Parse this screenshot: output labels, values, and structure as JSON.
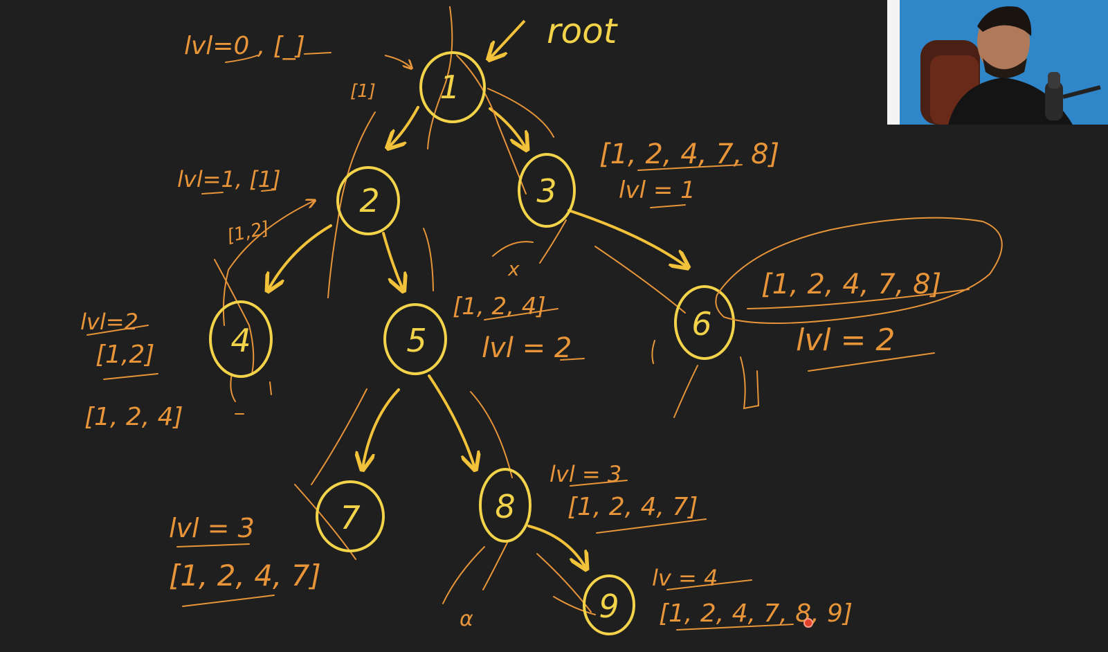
{
  "colors": {
    "background": "#1f1f1f",
    "node": "#f2d34a",
    "arrow": "#f2c23a",
    "annotation": "#e8953a"
  },
  "root_label": "root",
  "nodes": [
    {
      "id": "n1",
      "label": "1"
    },
    {
      "id": "n2",
      "label": "2"
    },
    {
      "id": "n3",
      "label": "3"
    },
    {
      "id": "n4",
      "label": "4"
    },
    {
      "id": "n5",
      "label": "5"
    },
    {
      "id": "n6",
      "label": "6"
    },
    {
      "id": "n7",
      "label": "7"
    },
    {
      "id": "n8",
      "label": "8"
    },
    {
      "id": "n9",
      "label": "9"
    }
  ],
  "annotations": {
    "root_level": "lvl=0 , [_]",
    "root_path": "[1]",
    "n2_level": "lvl=1, [1]",
    "n2_path": "[1,2]",
    "n4_level": "lvl=2",
    "n4_path": "[1,2]",
    "n4_path_full": "[1, 2, 4]",
    "n3_path": "[1, 2, 4, 7, 8]",
    "n3_level": "lvl = 1",
    "n5_path": "[1, 2, 4]",
    "n5_level": "lvl = 2",
    "n6_path": "[1, 2, 4, 7, 8]",
    "n6_level": "lvl = 2",
    "n7_level": "lvl = 3",
    "n7_path": "[1, 2, 4, 7]",
    "n8_level": "lvl = 3",
    "n8_path": "[1, 2, 4, 7]",
    "n9_level": "lv = 4",
    "n9_path": "[1, 2, 4, 7, 8, 9]",
    "null_mark": "x",
    "alpha_mark": "α"
  },
  "webcam": {
    "icon": "person-presenter-icon"
  }
}
